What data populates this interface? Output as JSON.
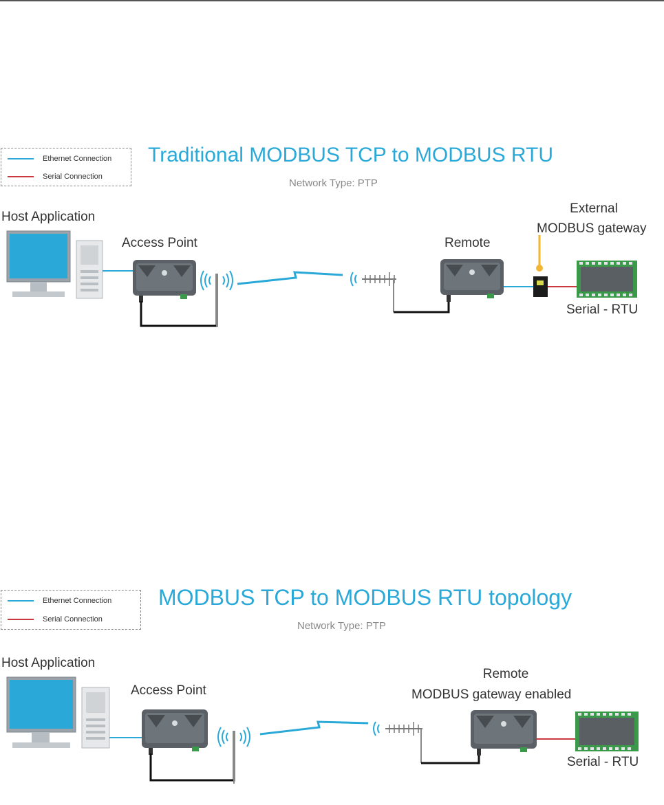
{
  "legend": {
    "ethernet_label": "Ethernet Connection",
    "serial_label": "Serial Connection",
    "ethernet_color": "#2aa9d8",
    "serial_color": "#c8383e"
  },
  "diagram1": {
    "title": "Traditional MODBUS TCP to MODBUS RTU",
    "subtitle": "Network Type: PTP",
    "host_label": "Host Application",
    "access_point_label": "Access Point",
    "remote_label": "Remote",
    "gateway_label_line1": "External",
    "gateway_label_line2": "MODBUS gateway",
    "rtu_label": "Serial - RTU"
  },
  "diagram2": {
    "title": "MODBUS TCP to MODBUS RTU topology",
    "subtitle": "Network Type: PTP",
    "host_label": "Host Application",
    "access_point_label": "Access Point",
    "remote_label_line1": "Remote",
    "remote_label_line2": "MODBUS gateway enabled",
    "rtu_label": "Serial - RTU"
  },
  "colors": {
    "title": "#2aa9d8",
    "wireless_link": "#2aa9d8",
    "gateway_power": "#f2b632",
    "radio_body": "#5a6066",
    "rtu_board": "#3a9a4a"
  },
  "icons": [
    "computer-icon",
    "radio-icon",
    "antenna-icon",
    "yagi-antenna-icon",
    "wireless-link-icon",
    "gateway-icon",
    "rtu-module-icon"
  ]
}
